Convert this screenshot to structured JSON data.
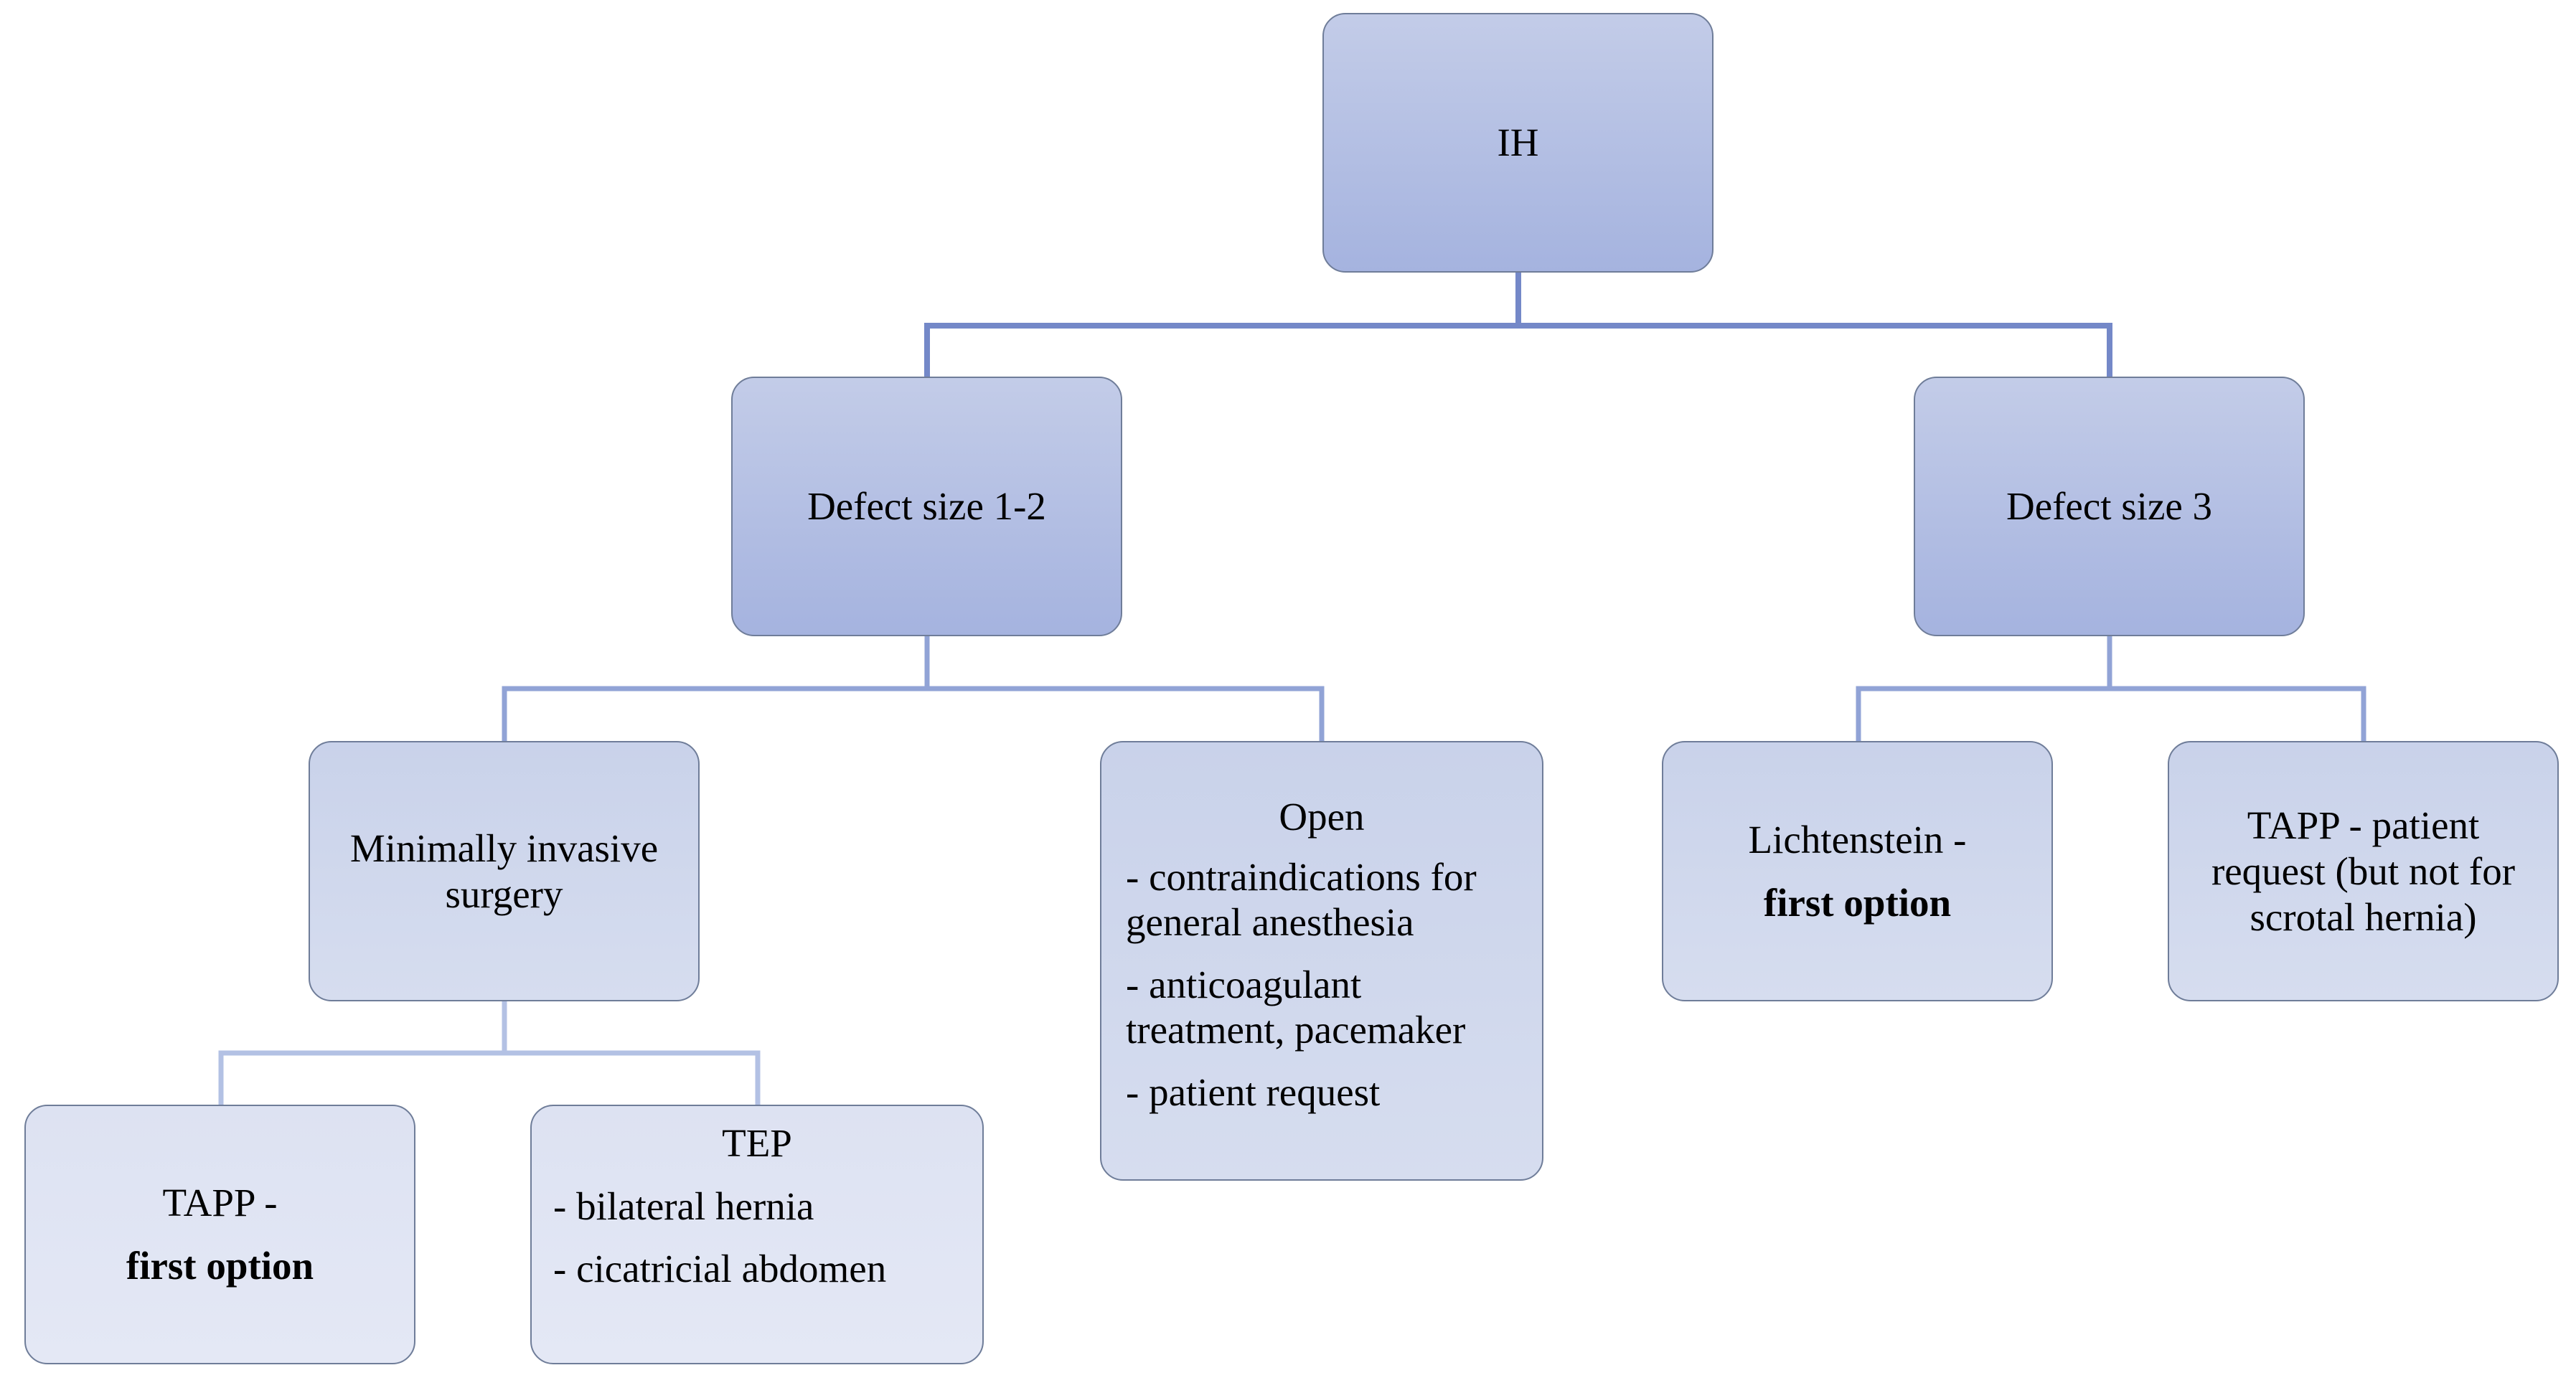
{
  "diagram": {
    "root": {
      "label": "IH"
    },
    "branch_left": {
      "label": "Defect size 1-2"
    },
    "branch_right": {
      "label": "Defect size 3"
    },
    "mis": {
      "label": "Minimally invasive surgery"
    },
    "open": {
      "title": "Open",
      "items": [
        "- contraindications for general anesthesia",
        "- anticoagulant treatment, pacemaker",
        "- patient request"
      ]
    },
    "lichtenstein": {
      "label": "Lichtenstein -",
      "emphasis": "first option"
    },
    "tapp_request": {
      "label": "TAPP - patient request (but not for scrotal hernia)"
    },
    "tapp": {
      "label": "TAPP -",
      "emphasis": "first option"
    },
    "tep": {
      "title": "TEP",
      "items": [
        "- bilateral hernia",
        "- cicatricial abdomen"
      ]
    }
  },
  "colors": {
    "connector_main": "#7488c8",
    "connector_light": "#b3c1e4",
    "node_border": "#6f7d99"
  }
}
